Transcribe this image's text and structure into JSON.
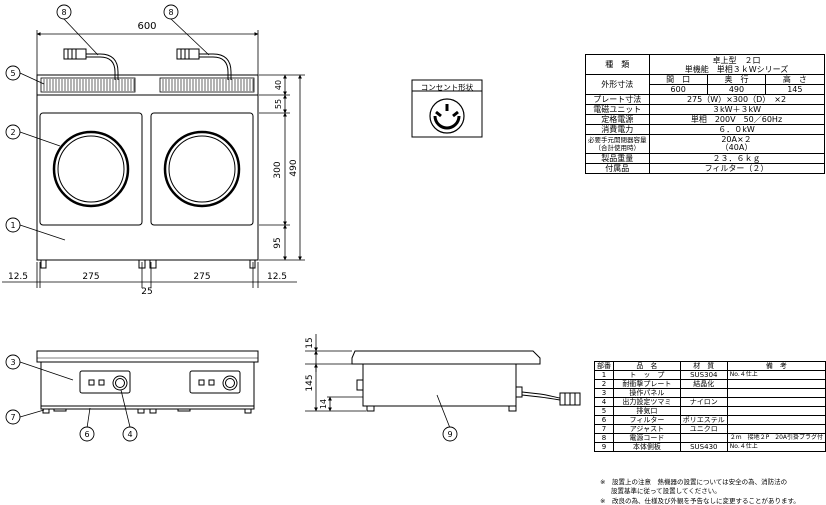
{
  "dimensions": {
    "width": "600",
    "depth": "490",
    "top_gap": "40",
    "zone_top": "55",
    "plate_depth": "300",
    "bottom_gap": "95",
    "left_margin": "12.5",
    "plate_left": "275",
    "plate_right": "275",
    "center_gap": "25",
    "right_margin": "12.5",
    "side_top": "15",
    "side_height": "145",
    "side_foot": "14"
  },
  "callouts": [
    "1",
    "2",
    "3",
    "4",
    "5",
    "6",
    "7",
    "8",
    "9"
  ],
  "outlet": {
    "label": "コンセント形状"
  },
  "spec": {
    "type_label": "種　類",
    "type_line1": "卓上型　２口",
    "type_line2": "単機能　単相３ｋWシリーズ",
    "outer_label": "外形寸法",
    "col_width": "間　口",
    "col_depth": "奥　行",
    "col_height": "高　さ",
    "val_width": "600",
    "val_depth": "490",
    "val_height": "145",
    "plate_label": "プレート寸法",
    "plate_value": "275（W）×300（D）　×2",
    "unit_label": "電磁ユニット",
    "unit_value": "３kW＋３kW",
    "power_label": "定格電源",
    "power_value": "単相　200V　50／60Hz",
    "consumption_label": "消費電力",
    "consumption_value": "６．０kW",
    "breaker_label_1": "必要手元開閉器容量",
    "breaker_label_2": "（合計使用時）",
    "breaker_value_1": "20A×２",
    "breaker_value_2": "（40A）",
    "weight_label": "製品重量",
    "weight_value": "２３．６ｋｇ",
    "accessory_label": "付属品",
    "accessory_value": "フィルター（２）"
  },
  "parts": {
    "headers": [
      "部番",
      "品　名",
      "材　質",
      "備　考"
    ],
    "rows": [
      {
        "no": "1",
        "name": "ト　ッ　プ",
        "material": "SUS304",
        "note": "No.４仕上"
      },
      {
        "no": "2",
        "name": "耐衝撃プレート",
        "material": "結晶化",
        "note": ""
      },
      {
        "no": "3",
        "name": "操作パネル",
        "material": "",
        "note": ""
      },
      {
        "no": "4",
        "name": "出力設定ツマミ",
        "material": "ナイロン",
        "note": ""
      },
      {
        "no": "5",
        "name": "排気口",
        "material": "",
        "note": ""
      },
      {
        "no": "6",
        "name": "フィルター",
        "material": "ポリエステル",
        "note": ""
      },
      {
        "no": "7",
        "name": "アジャスト",
        "material": "ユニクロ",
        "note": ""
      },
      {
        "no": "8",
        "name": "電源コード",
        "material": "",
        "note": "２m　接地２P　20A引掛プラグ付"
      },
      {
        "no": "9",
        "name": "本体側板",
        "material": "SUS430",
        "note": "No.４仕上"
      }
    ]
  },
  "notes": {
    "line1": "※　設置上の注意　熱機器の設置については安全の為、消防法の",
    "line2": "設置基準に従って設置してください。",
    "line3": "※　改良の為、仕様及び外観を予告なしに変更することがあります。"
  }
}
